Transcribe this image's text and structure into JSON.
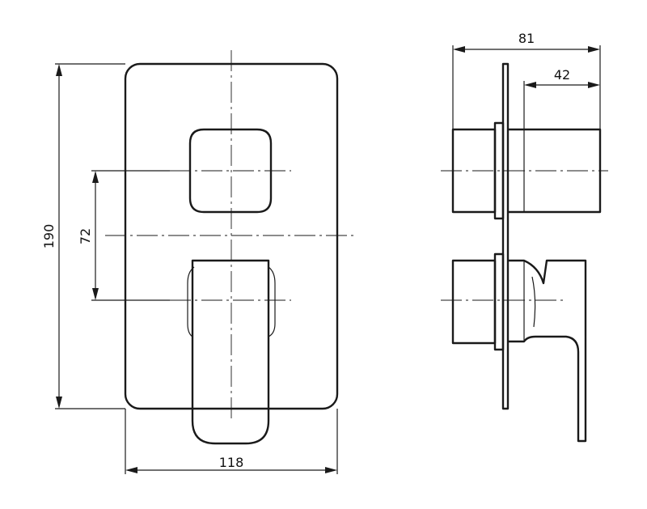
{
  "dimensions": {
    "height": "190",
    "spacing": "72",
    "width": "118",
    "depth": "81",
    "depth_partial": "42"
  }
}
